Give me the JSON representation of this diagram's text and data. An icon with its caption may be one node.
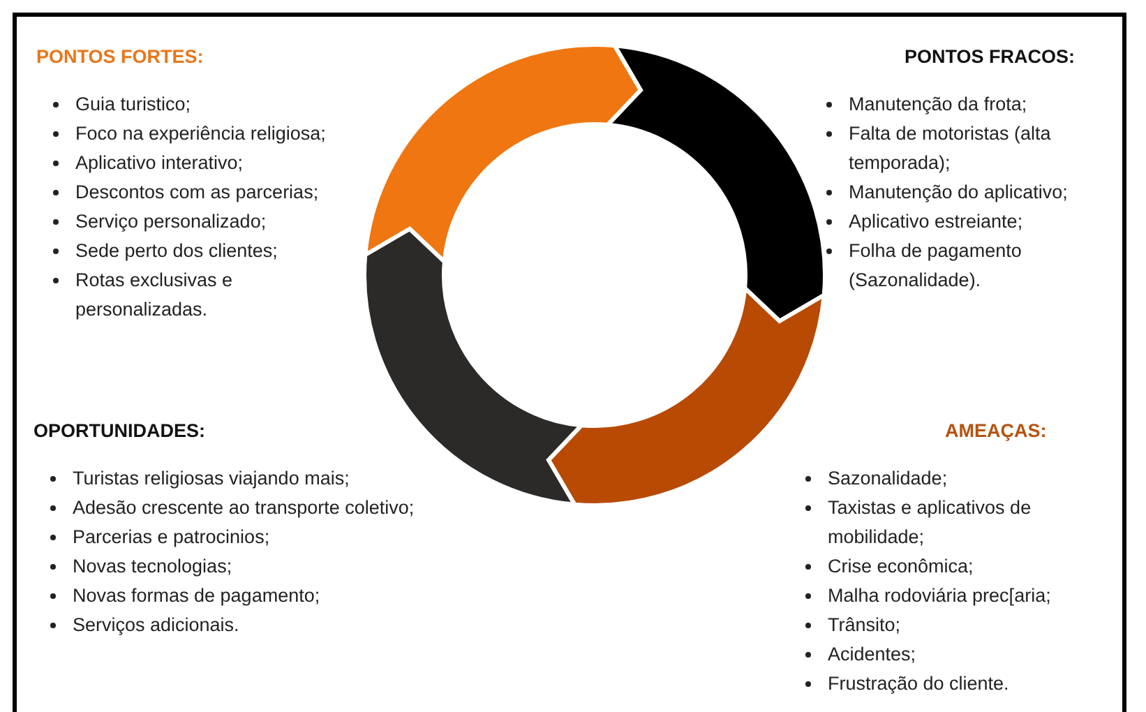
{
  "diagram": {
    "labels": [
      "PONTOS FORTES:",
      "Guia turistico;",
      "Foco na experiência religiosa;",
      "Aplicativo interativo;",
      "Descontos com as parcerias;",
      "Serviço personalizado;",
      "Sede perto dos clientes;",
      "Rotas exclusivas e personalizadas.",
      "PONTOS FRACOS:",
      "Manutenção da frota;",
      "Falta de motoristas (alta temporada);",
      "Manutenção do aplicativo;",
      "Aplicativo estreiante;",
      "Folha de pagamento (Sazonalidade).",
      "OPORTUNIDADES:",
      "Turistas religiosas viajando mais;",
      "Adesão crescente ao transporte coletivo;",
      "Parcerias e patrocinios;",
      "Novas tecnologias;",
      "Novas formas de pagamento;",
      "Serviços adicionais.",
      "AMEAÇAS:",
      "Sazonalidade;",
      "Taxistas e aplicativos de mobilidade;",
      "Crise econômica;",
      "Malha rodoviária prec[aria;",
      "Trânsito;",
      "Acidentes;",
      "Frustração do cliente."
    ]
  }
}
